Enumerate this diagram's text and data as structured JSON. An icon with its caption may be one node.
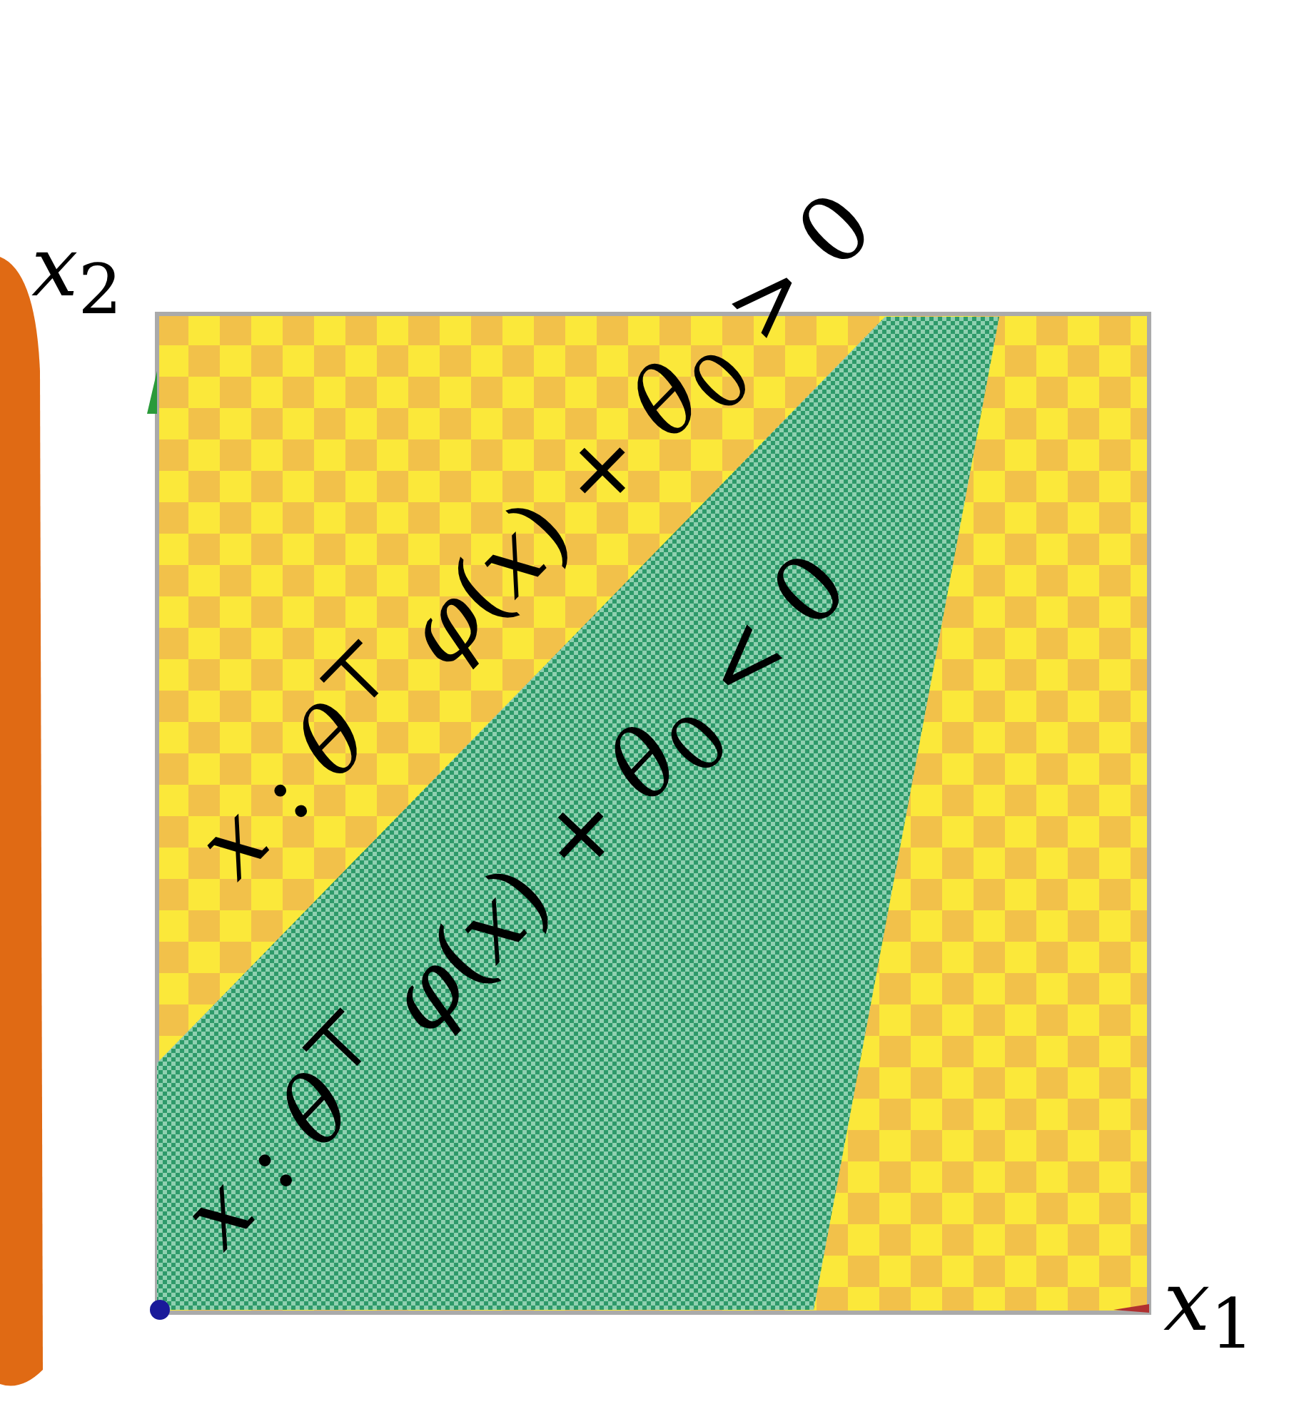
{
  "diagram": {
    "labels": [
      "*x*$_{2}$",
      "*x* : *θ*$^{⊤}$ *φ*(*x*) + *θ*$_{0}$ > 0",
      "*x* : *θ*$^{⊤}$ *φ*(*x*) + *θ*$_{0}$ < 0",
      "*x*$_{1}$"
    ]
  }
}
